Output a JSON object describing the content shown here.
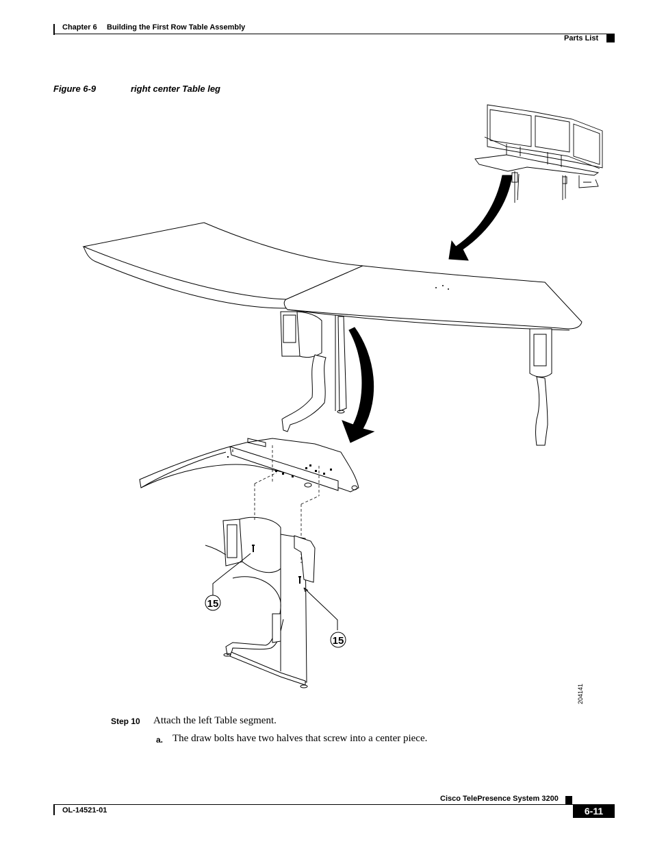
{
  "header": {
    "chapter": "Chapter 6",
    "chapter_title": "Building the First Row Table Assembly",
    "section": "Parts List"
  },
  "figure": {
    "number": "Figure 6-9",
    "title": "right center Table leg",
    "callouts": [
      "15",
      "15"
    ],
    "image_id_text": "204141"
  },
  "step": {
    "label": "Step 10",
    "text": "Attach the left Table segment.",
    "substep_label": "a.",
    "substep_text": "The draw bolts have two halves that screw into a center piece."
  },
  "footer": {
    "doc_id": "OL-14521-01",
    "product": "Cisco TelePresence System 3200",
    "page_number": "6-11"
  }
}
